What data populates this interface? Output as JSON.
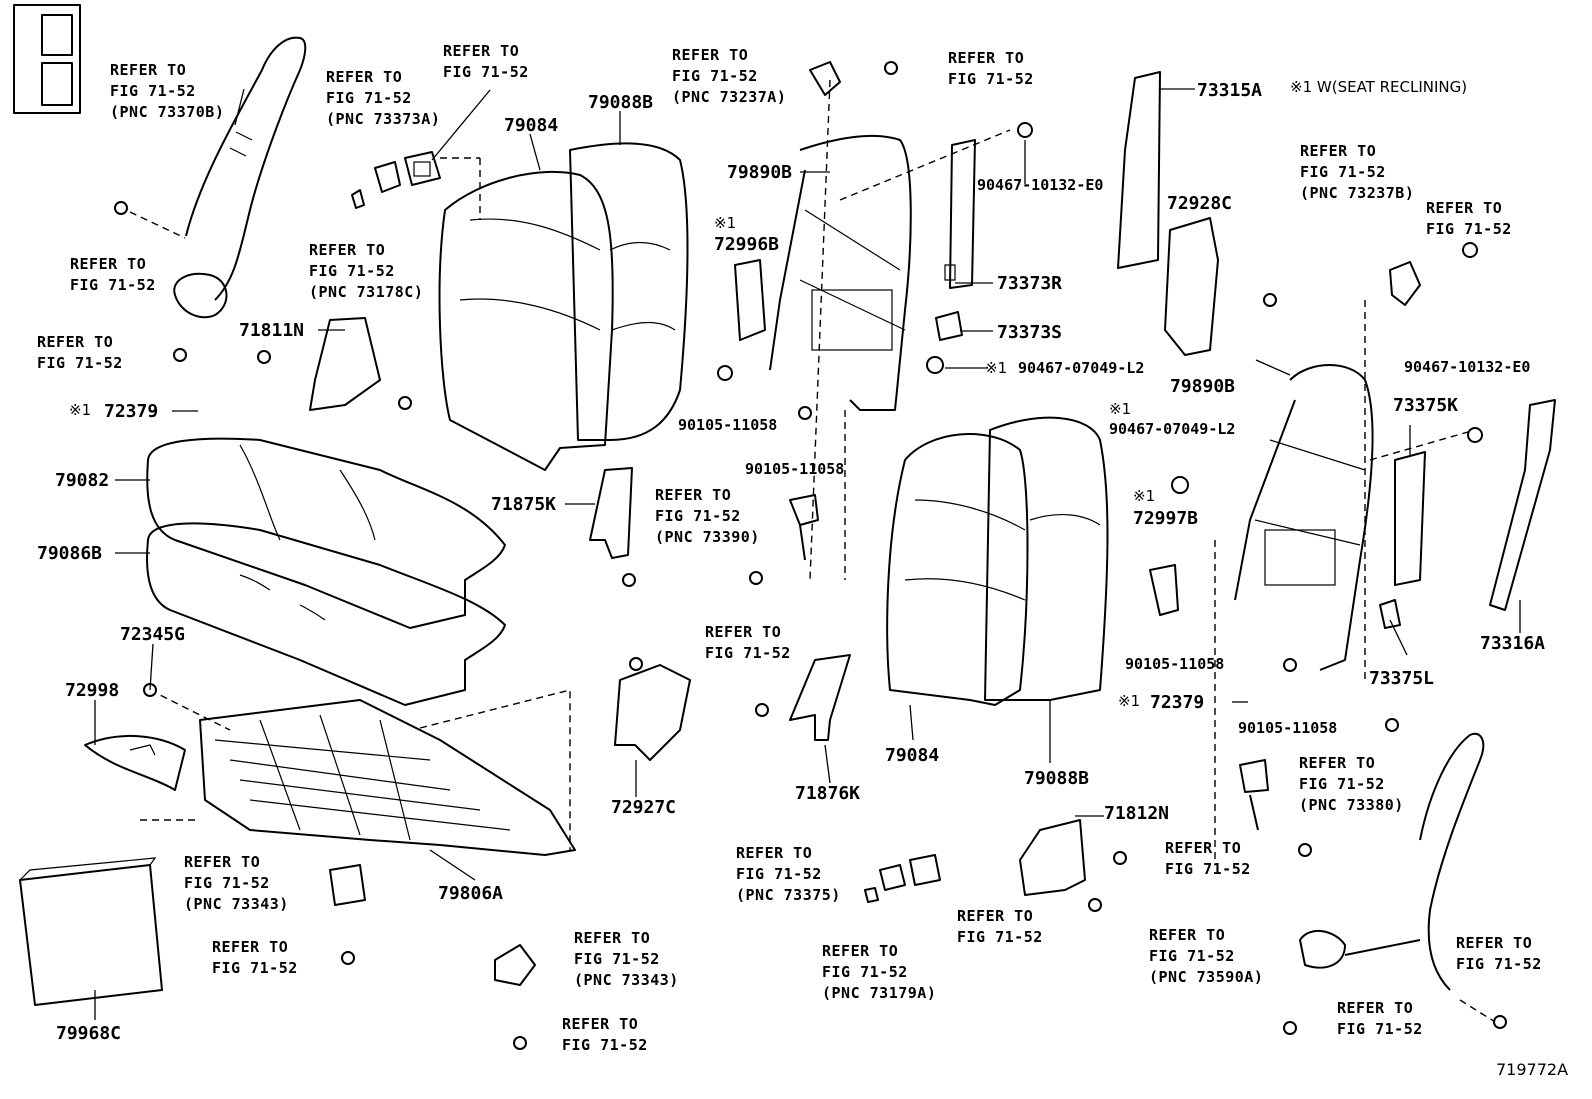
{
  "note": {
    "mark": "※1",
    "text": "W(SEAT RECLINING)"
  },
  "figure_id": "719772A",
  "refs": [
    [
      "REFER TO",
      "FIG 71-52",
      "(PNC 73370B)"
    ],
    [
      "REFER TO",
      "FIG 71-52"
    ],
    [
      "REFER TO",
      "FIG 71-52"
    ],
    [
      "REFER TO",
      "FIG 71-52",
      "(PNC 73373A)"
    ],
    [
      "REFER TO",
      "FIG 71-52"
    ],
    [
      "REFER TO",
      "FIG 71-52",
      "(PNC 73178C)"
    ],
    [
      "REFER TO",
      "FIG 71-52",
      "(PNC 73237A)"
    ],
    [
      "REFER TO",
      "FIG 71-52"
    ],
    [
      "REFER TO",
      "FIG 71-52",
      "(PNC 73237B)"
    ],
    [
      "REFER TO",
      "FIG 71-52"
    ],
    [
      "REFER TO",
      "FIG 71-52",
      "(PNC 73390)"
    ],
    [
      "REFER TO",
      "FIG 71-52"
    ],
    [
      "REFER TO",
      "FIG 71-52",
      "(PNC 73380)"
    ],
    [
      "REFER TO",
      "FIG 71-52"
    ],
    [
      "REFER TO",
      "FIG 71-52",
      "(PNC 73343)"
    ],
    [
      "REFER TO",
      "FIG 71-52"
    ],
    [
      "REFER TO",
      "FIG 71-52",
      "(PNC 73343)"
    ],
    [
      "REFER TO",
      "FIG 71-52"
    ],
    [
      "REFER TO",
      "FIG 71-52",
      "(PNC 73375)"
    ],
    [
      "REFER TO",
      "FIG 71-52"
    ],
    [
      "REFER TO",
      "FIG 71-52",
      "(PNC 73179A)"
    ],
    [
      "REFER TO",
      "FIG 71-52",
      "(PNC 73590A)"
    ],
    [
      "REFER TO",
      "FIG 71-52"
    ],
    [
      "REFER TO",
      "FIG 71-52"
    ]
  ],
  "parts": [
    "79084",
    "79088B",
    "73315A",
    "79890B",
    "90467-10132-E0",
    "72928C",
    "72996B",
    "73373R",
    "73373S",
    "71811N",
    "90467-07049-L2",
    "72379",
    "79082",
    "79086B",
    "71875K",
    "90105-11058",
    "90105-11058",
    "79890B",
    "90467-10132-E0",
    "73375K",
    "90467-07049-L2",
    "72997B",
    "72345G",
    "72998",
    "73316A",
    "90105-11058",
    "73375L",
    "72379",
    "90105-11058",
    "72927C",
    "71876K",
    "79084",
    "79088B",
    "71812N",
    "79806A",
    "79968C"
  ],
  "marks": [
    "※1",
    "※1",
    "※1",
    "※1",
    "※1",
    "※1"
  ]
}
